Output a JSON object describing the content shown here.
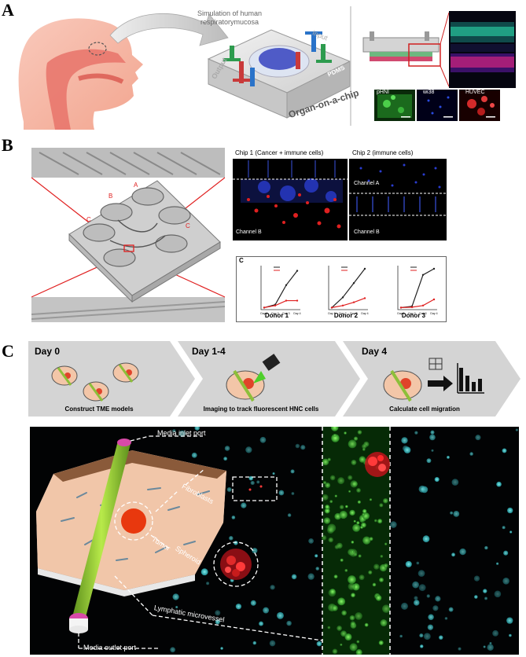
{
  "panels": {
    "a": "A",
    "b": "B",
    "c": "C"
  },
  "panel_a": {
    "arrow_text_line1": "Simulation of human",
    "arrow_text_line2": "respiratorymucosa",
    "chip_input": "Input",
    "chip_output": "Output",
    "chip_badge": "PDMS",
    "chip_title": "Organ-on-a-chip",
    "micro_labels": [
      "pHNI",
      "wi38",
      "HUVEC"
    ]
  },
  "panel_b": {
    "chip1_title": "Chip 1 (Cancer + immune cells)",
    "chip2_title": "Chip 2 (immune cells)",
    "chip1_channel_b": "Channel B",
    "chip2_channel_a": "Channel A",
    "chip2_channel_b": "Channel B",
    "inset_letter": "C",
    "donors": [
      "Donor 1",
      "Donor 2",
      "Donor 3"
    ],
    "x_ticks": [
      "Day 1",
      "Day 2",
      "Day 3",
      "Day 4"
    ],
    "chart_data": [
      {
        "type": "line",
        "x": [
          "Day 1",
          "Day 2",
          "Day 3",
          "Day 4"
        ],
        "series": [
          {
            "color": "#222222",
            "values": [
              5,
              12,
              60,
              95
            ]
          },
          {
            "color": "#e02020",
            "values": [
              5,
              10,
              22,
              22
            ]
          }
        ]
      },
      {
        "type": "line",
        "x": [
          "Day 1",
          "Day 2",
          "Day 3",
          "Day 4"
        ],
        "series": [
          {
            "color": "#222222",
            "values": [
              5,
              30,
              65,
              100
            ]
          },
          {
            "color": "#e02020",
            "values": [
              5,
              10,
              18,
              28
            ]
          }
        ]
      },
      {
        "type": "line",
        "x": [
          "Day 1",
          "Day 2",
          "Day 3",
          "Day 4"
        ],
        "series": [
          {
            "color": "#222222",
            "values": [
              5,
              8,
              85,
              100
            ]
          },
          {
            "color": "#e02020",
            "values": [
              5,
              6,
              10,
              25
            ]
          }
        ]
      }
    ]
  },
  "panel_c": {
    "steps": [
      {
        "day": "Day 0",
        "caption": "Construct TME models"
      },
      {
        "day": "Day 1-4",
        "caption": "Imaging to track fluorescent HNC cells"
      },
      {
        "day": "Day 4",
        "caption": "Calculate cell migration"
      }
    ],
    "labels": {
      "inlet": "Media inlet port",
      "fibroblasts": "Fibroblasts",
      "tumor": "Tumor",
      "spheroid": "Spheroid",
      "lymphatic": "Lymphatic microvessel",
      "outlet": "Media outlet port"
    }
  }
}
